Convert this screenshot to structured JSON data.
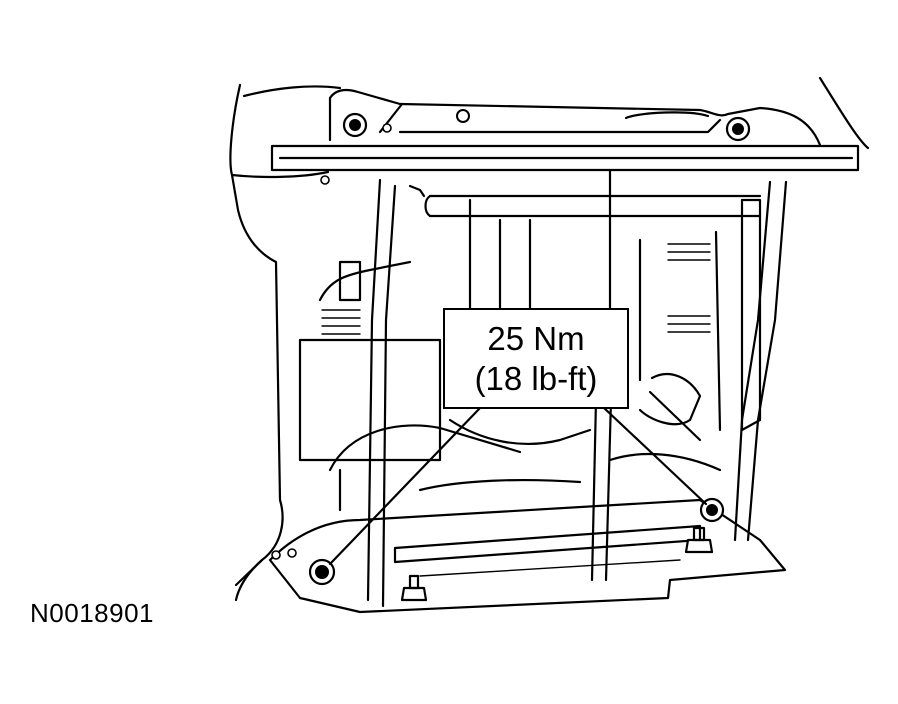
{
  "callout": {
    "line1": "25 Nm",
    "line2": "(18 lb-ft)"
  },
  "figure_id": "N0018901",
  "colors": {
    "ink": "#000000",
    "background": "#ffffff"
  }
}
